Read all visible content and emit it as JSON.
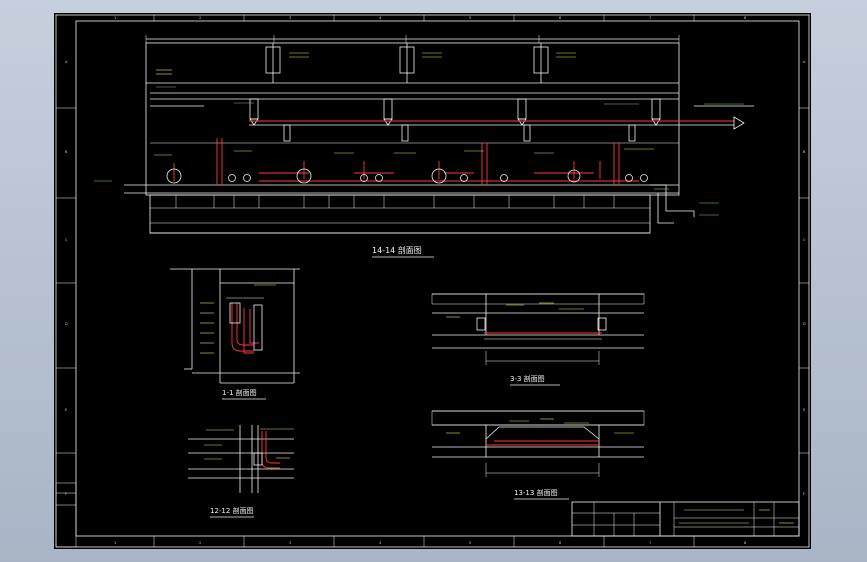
{
  "sections": {
    "main": "14-14 剖面图",
    "s11": "1-1 剖面图",
    "s33": "3-3 剖面图",
    "s1212": "12-12 剖面图",
    "s1313": "13-13 剖面图"
  },
  "border": {
    "top_numbers": [
      "1",
      "2",
      "3",
      "4",
      "5",
      "6",
      "7",
      "8"
    ],
    "bottom_numbers": [
      "1",
      "2",
      "3",
      "4",
      "5",
      "6",
      "7",
      "8"
    ],
    "left_letters": [
      "A",
      "B",
      "C",
      "D",
      "E",
      "F"
    ],
    "right_letters": [
      "A",
      "B",
      "C",
      "D",
      "E",
      "F"
    ]
  },
  "colors": {
    "sheet": "#000000",
    "line": "#f2f2f2",
    "pipe_red": "#ff3b3b",
    "note_yellow": "#e8e84a",
    "note_green": "#6fd86f",
    "app_bg": "#b8c2d1"
  }
}
